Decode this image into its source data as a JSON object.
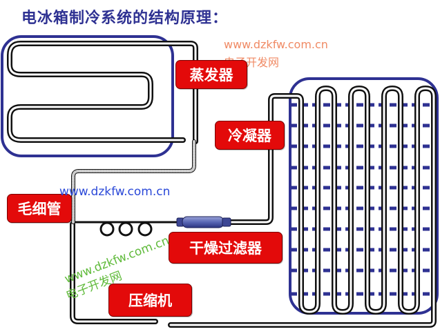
{
  "title": "电冰箱制冷系统的结构原理：",
  "labels": {
    "evaporator": "蒸发器",
    "condenser": "冷凝器",
    "capillary": "毛细管",
    "filter_drier": "干燥过滤器",
    "compressor": "压缩机"
  },
  "watermarks": {
    "top_url": "www.dzkfw.com.cn",
    "top_cn": "电子开发网",
    "mid_url": "www.dzkfw.com.cn",
    "diag_url": "www.dzkfw.com.cn",
    "diag_cn": "电子开发网"
  },
  "colors": {
    "frame": "#2e3192",
    "label_bg": "#e30a0a",
    "pipe": "#111111",
    "filter": "#5560a8"
  }
}
